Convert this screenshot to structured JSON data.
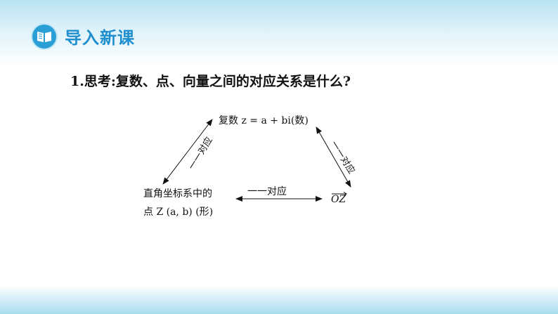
{
  "header": {
    "section_title": "导入新课",
    "icon": "book-icon"
  },
  "question": "1.思考:复数、点、向量之间的对应关系是什么?",
  "diagram": {
    "complex_label": "复数 z = a + bi(数)",
    "point_label_line1": "直角坐标系中的",
    "point_label_line2": "点 Z (a, b) (形)",
    "vector_label": "OZ",
    "left_edge_label": "一一对应",
    "right_edge_label": "一一对应",
    "bottom_edge_label": "一一对应"
  },
  "colors": {
    "accent": "#2a9fd6",
    "title": "#1f8fcf",
    "band": "#b9e3f3"
  }
}
